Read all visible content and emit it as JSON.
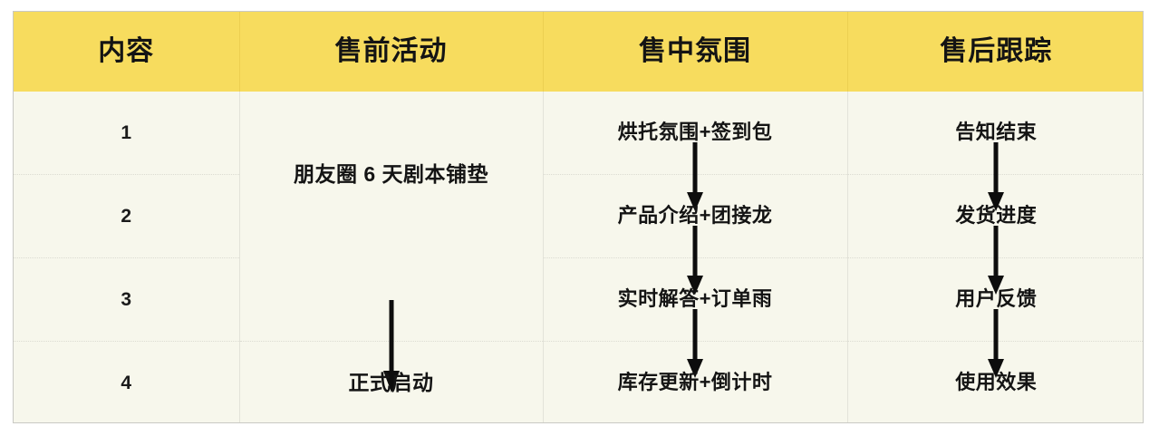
{
  "diagram": {
    "title_role": "sales-flow-table",
    "colors": {
      "header_bg": "#f7dc5e",
      "body_bg": "#f7f7ec",
      "text": "#141414",
      "border": "#c9c9c4",
      "arrow": "#0d0d0d"
    },
    "header": {
      "columns": [
        {
          "label": "内容"
        },
        {
          "label": "售前活动"
        },
        {
          "label": "售中氛围"
        },
        {
          "label": "售后跟踪"
        }
      ],
      "arrows": [
        {
          "name": "header-arrow-1",
          "from": "售前活动",
          "to": "售中氛围",
          "direction": "right"
        },
        {
          "name": "header-arrow-2",
          "from": "售中氛围",
          "to": "售后跟踪",
          "direction": "right"
        }
      ]
    },
    "rows": [
      {
        "num": "1",
        "pre_sale": "",
        "in_sale": "烘托氛围+签到包",
        "post_sale": "告知结束"
      },
      {
        "num": "2",
        "pre_sale": "朋友圈 6 天剧本铺垫",
        "in_sale": "产品介绍+团接龙",
        "post_sale": "发货进度"
      },
      {
        "num": "3",
        "pre_sale": "",
        "in_sale": "实时解答+订单雨",
        "post_sale": "用户反馈"
      },
      {
        "num": "4",
        "pre_sale": "正式启动",
        "in_sale": "库存更新+倒计时",
        "post_sale": "使用效果"
      }
    ],
    "flow_arrows": {
      "pre_sale": [
        {
          "name": "pre-sale-arrow",
          "from_row": 3,
          "to_row": 4,
          "direction": "down"
        }
      ],
      "in_sale": [
        {
          "name": "in-sale-arrow-1",
          "from_row": 1,
          "to_row": 2,
          "direction": "down"
        },
        {
          "name": "in-sale-arrow-2",
          "from_row": 2,
          "to_row": 3,
          "direction": "down"
        },
        {
          "name": "in-sale-arrow-3",
          "from_row": 3,
          "to_row": 4,
          "direction": "down"
        }
      ],
      "post_sale": [
        {
          "name": "post-sale-arrow-1",
          "from_row": 1,
          "to_row": 2,
          "direction": "down"
        },
        {
          "name": "post-sale-arrow-2",
          "from_row": 2,
          "to_row": 3,
          "direction": "down"
        },
        {
          "name": "post-sale-arrow-3",
          "from_row": 3,
          "to_row": 4,
          "direction": "down"
        }
      ]
    }
  }
}
